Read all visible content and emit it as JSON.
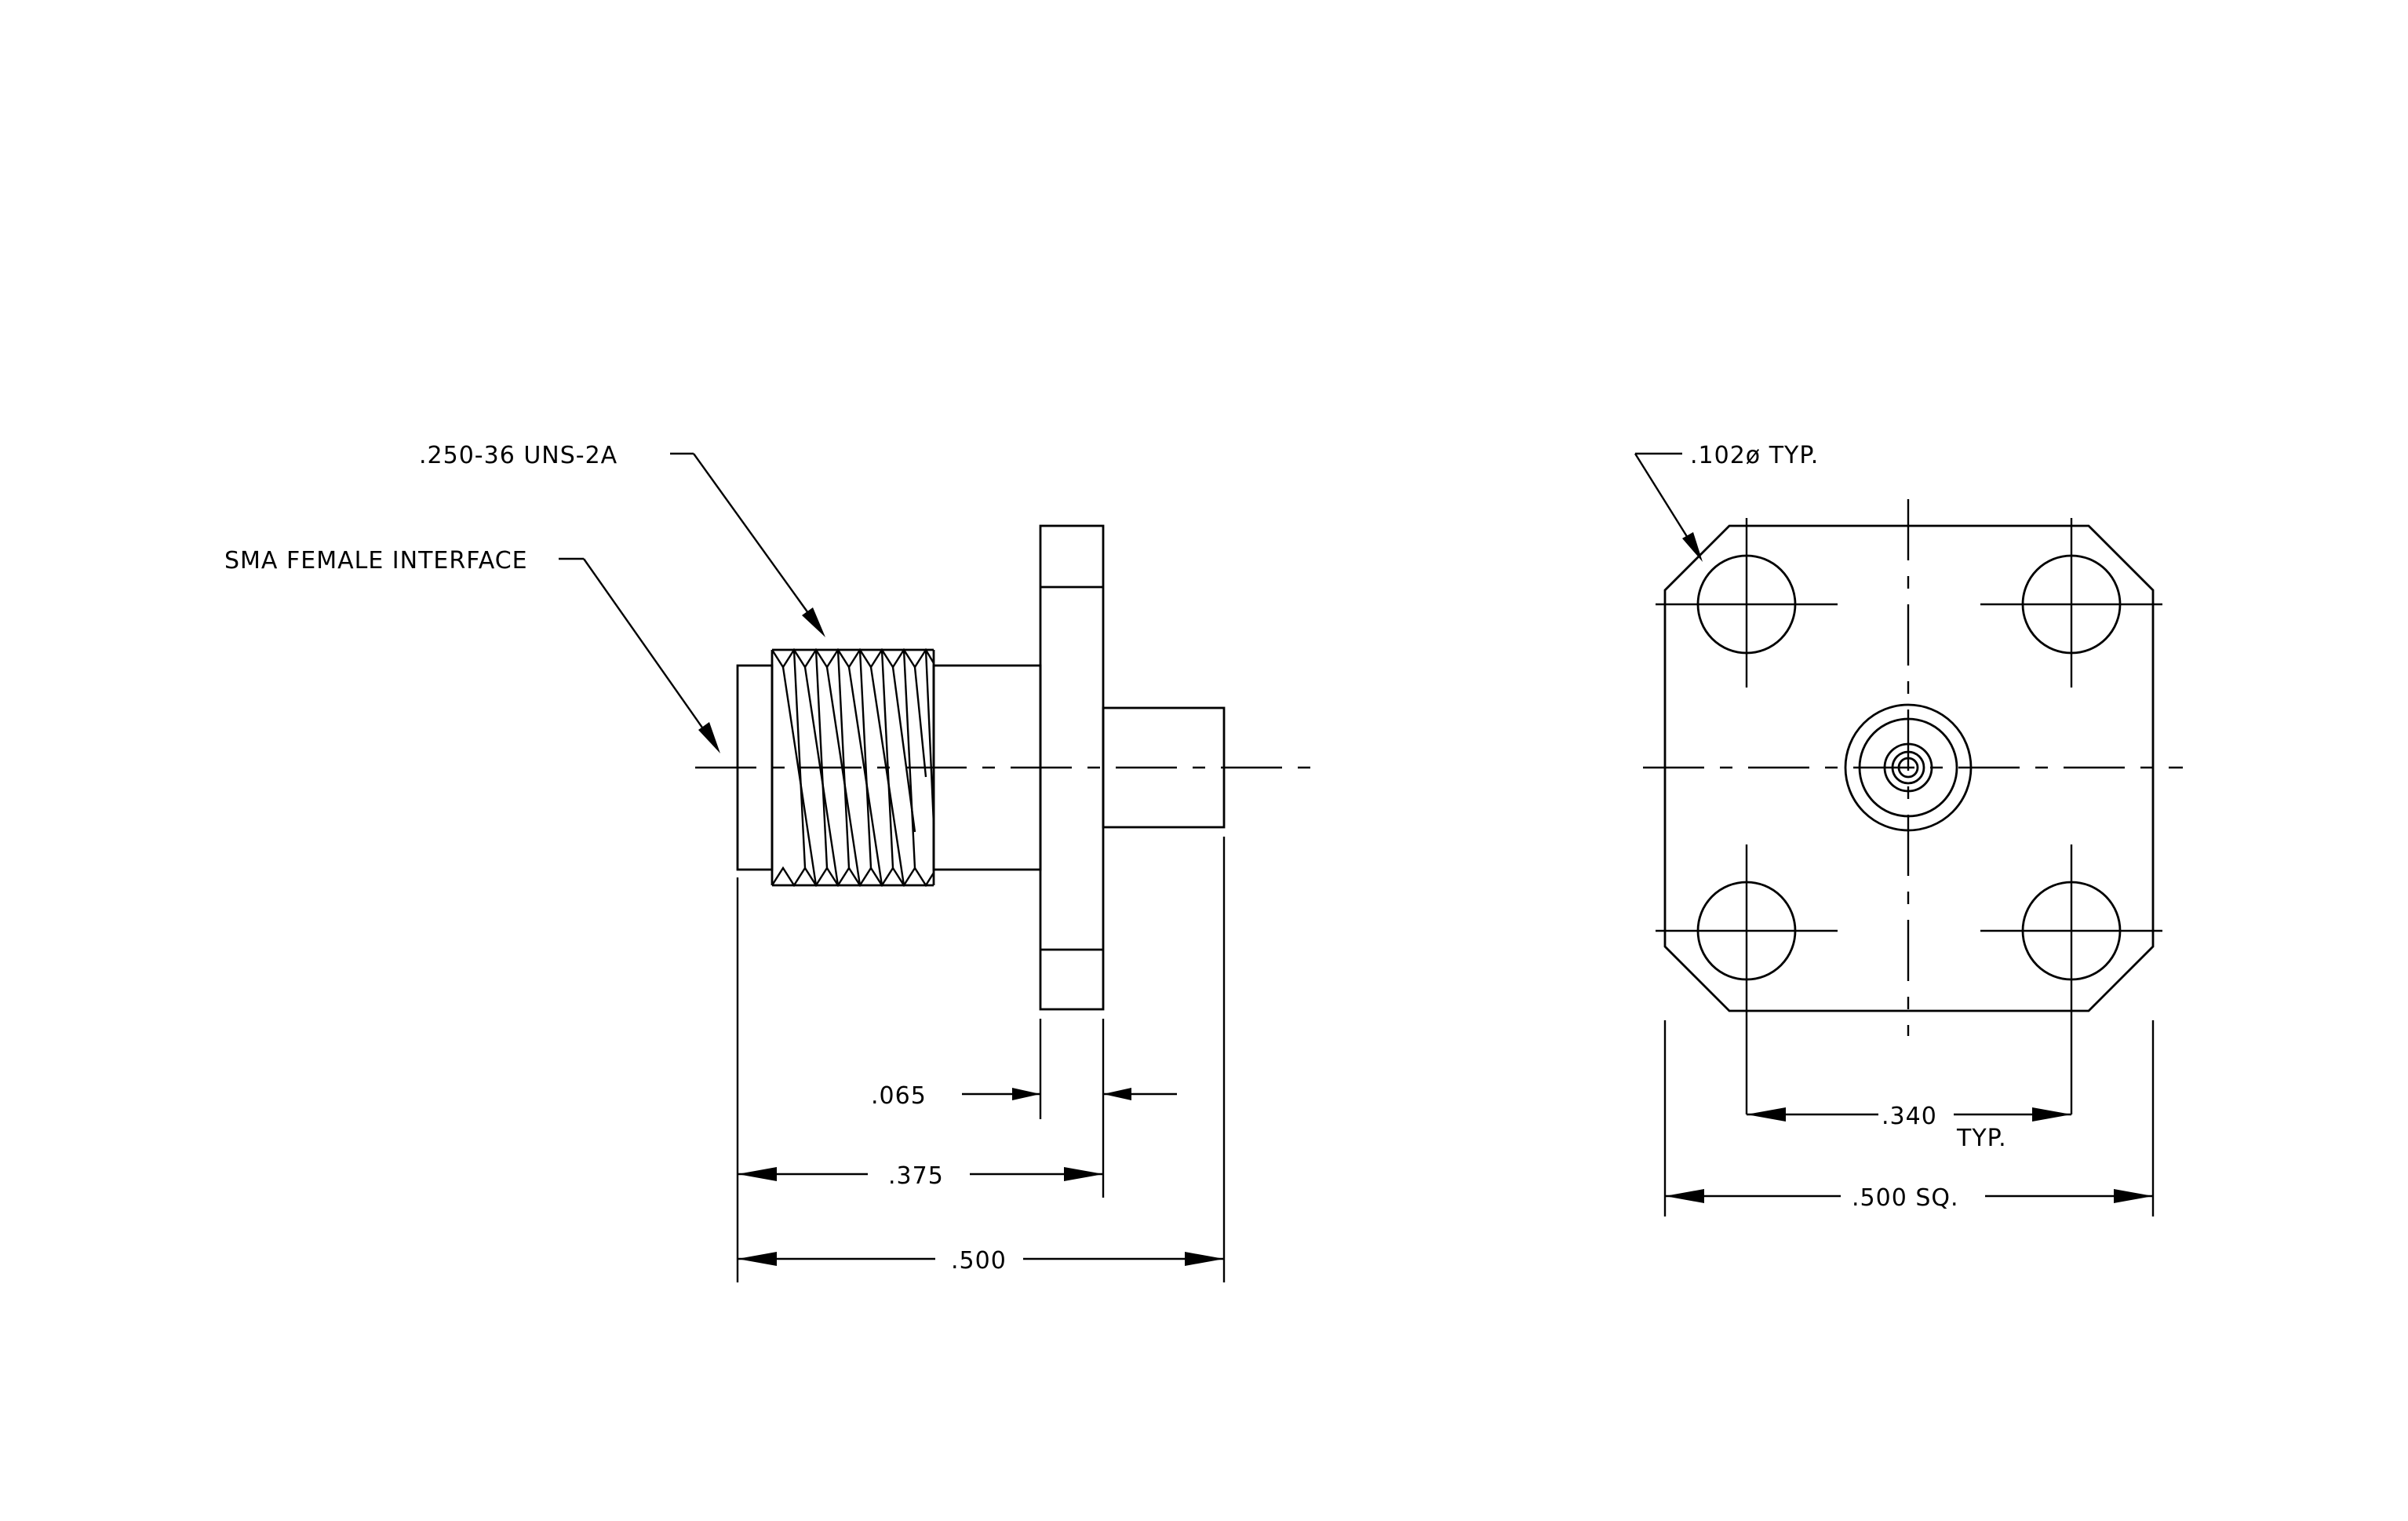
{
  "side_view": {
    "label_thread": ".250-36 UNS-2A",
    "label_interface": "SMA FEMALE INTERFACE",
    "dim_flange": ".065",
    "dim_front": ".375",
    "dim_overall": ".500"
  },
  "front_view": {
    "label_hole": ".102ø TYP.",
    "dim_hole_spacing": ".340",
    "dim_hole_spacing_note": "TYP.",
    "dim_square": ".500 SQ."
  }
}
